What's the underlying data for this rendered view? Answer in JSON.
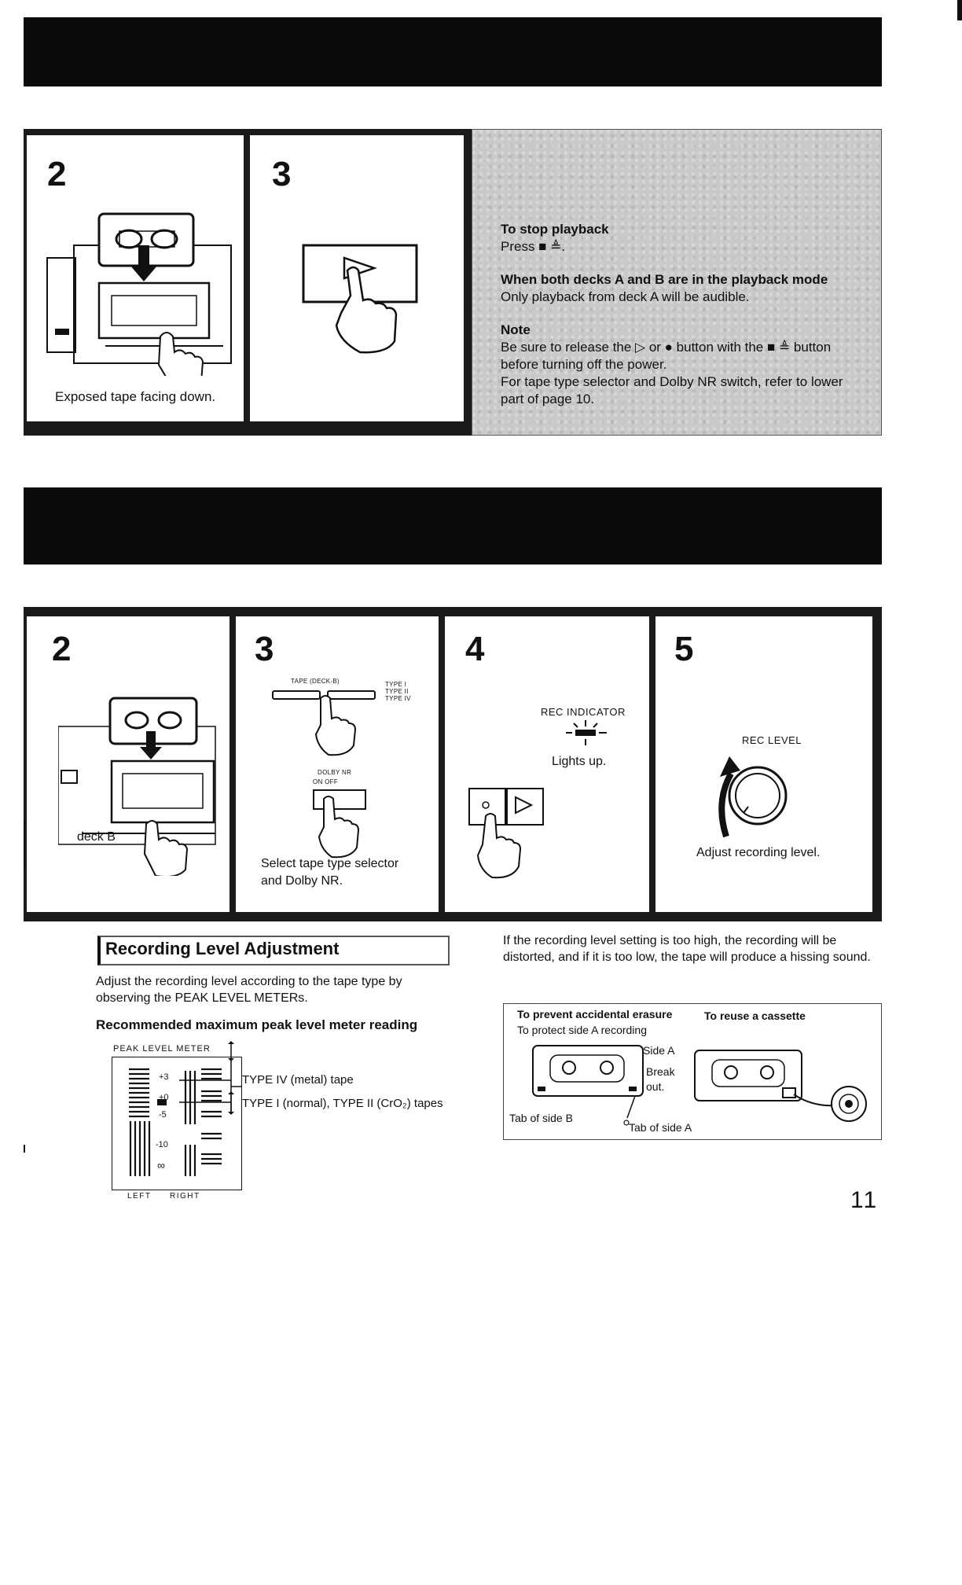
{
  "playback": {
    "step2_num": "2",
    "step2_caption": "Exposed tape facing down.",
    "step3_num": "3",
    "notes": {
      "stop_title": "To stop playback",
      "stop_text": "Press ■ ≜.",
      "both_title": "When both decks A and B are in the playback mode",
      "both_text": "Only playback from deck A will be audible.",
      "note_title": "Note",
      "note_text1": "Be sure to release the ▷ or ● button with the ■ ≜ button before turning off the power.",
      "note_text2": "For tape type selector and Dolby NR switch, refer to lower part of page 10."
    }
  },
  "recording": {
    "step2_num": "2",
    "step2_caption": "deck B",
    "step3_num": "3",
    "step3_tape_label": "TAPE (DECK-B)",
    "step3_type_labels": [
      "TYPE I",
      "TYPE II",
      "TYPE IV"
    ],
    "step3_dolby_label": "DOLBY NR",
    "step3_dolby_options": "ON   OFF",
    "step3_caption": "Select tape type selector and Dolby NR.",
    "step4_num": "4",
    "step4_indicator_label": "REC INDICATOR",
    "step4_caption": "Lights up.",
    "step5_num": "5",
    "step5_knob_label": "REC LEVEL",
    "step5_caption": "Adjust recording level."
  },
  "adjustment": {
    "title": "Recording Level Adjustment",
    "intro": "Adjust the recording level according to the tape type by observing the PEAK LEVEL METERs.",
    "recommended": "Recommended maximum peak level meter reading",
    "meter_title": "PEAK LEVEL METER",
    "meter_scale": [
      "+3",
      "+0",
      "-5",
      "-10",
      "∞"
    ],
    "meter_left": "LEFT",
    "meter_right": "RIGHT",
    "type_iv": "TYPE IV (metal) tape",
    "type_i_ii": "TYPE I (normal), TYPE II (CrO₂) tapes",
    "right_text": "If the recording level setting is too high, the recording will be distorted, and if it is too low, the tape will produce a hissing sound."
  },
  "erasure_box": {
    "prevent_title": "To prevent accidental erasure",
    "protect_text": "To protect side A recording",
    "side_a": "Side A",
    "break_out": "Break out.",
    "tab_b": "Tab of side B",
    "tab_a": "Tab of side A",
    "reuse_title": "To reuse a cassette"
  },
  "page_number": "11"
}
